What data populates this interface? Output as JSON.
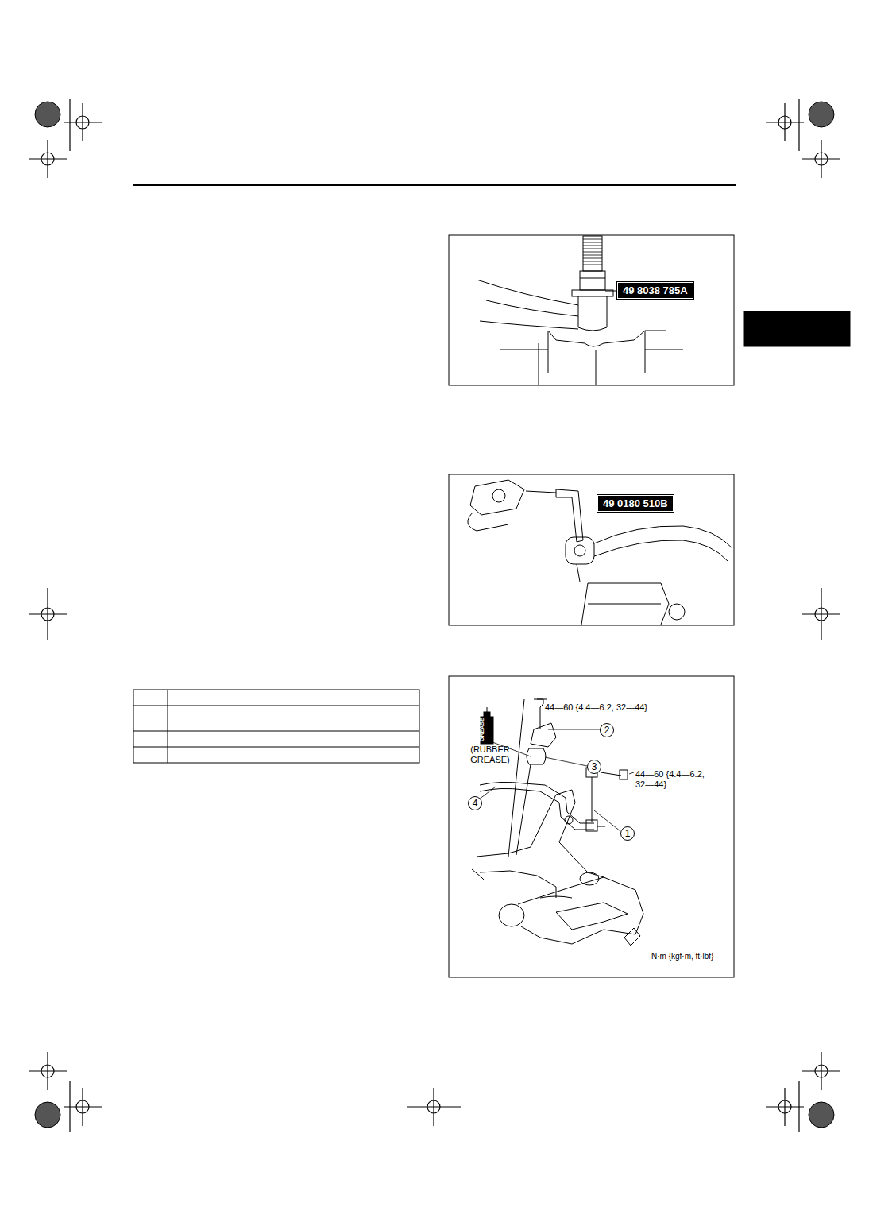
{
  "diagram": {
    "nodes": [
      {
        "text": [
          "49 8038 785A"
        ]
      },
      {
        "text": [
          "49 0180 510B"
        ]
      },
      {
        "text": [
          "2"
        ]
      },
      {
        "text": [
          "3"
        ]
      },
      {
        "text": [
          "4"
        ]
      },
      {
        "text": [
          "1"
        ]
      }
    ],
    "edges": [],
    "labels": [
      "44—60 {4.4—6.2, 32—44}",
      "(RUBBER GREASE)",
      "GREASE",
      "44—60 {4.4—6.2, 32—44}",
      "N·m {kgf·m, ft·lbf}"
    ]
  }
}
